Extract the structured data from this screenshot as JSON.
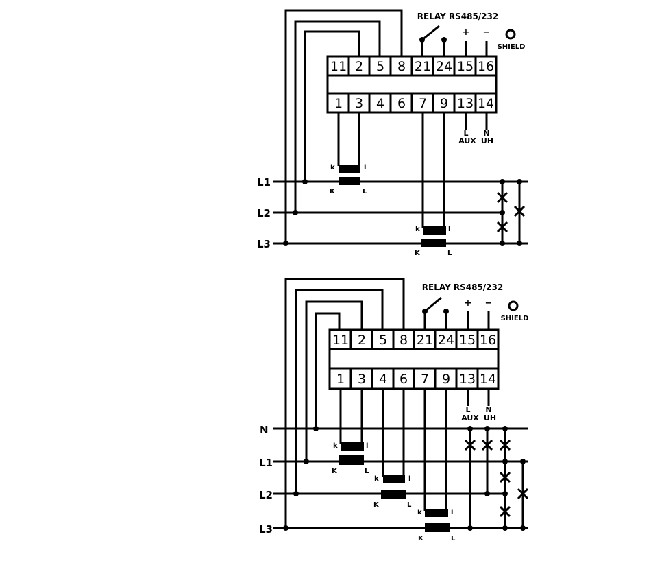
{
  "diagram_top": {
    "relay_label": "RELAY RS485/232",
    "plus": "+",
    "minus": "−",
    "shield": "SHIELD",
    "top_terminals": [
      "11",
      "2",
      "5",
      "8",
      "21",
      "24",
      "15",
      "16"
    ],
    "bottom_terminals": [
      "1",
      "3",
      "4",
      "6",
      "7",
      "9",
      "13",
      "14"
    ],
    "aux_l": "L",
    "aux": "AUX",
    "uh_n": "N",
    "uh": "UH",
    "lines": [
      "L1",
      "L2",
      "L3"
    ],
    "ct_k": "k",
    "ct_l": "l",
    "ct_K": "K",
    "ct_L": "L"
  },
  "diagram_bottom": {
    "relay_label": "RELAY RS485/232",
    "plus": "+",
    "minus": "−",
    "shield": "SHIELD",
    "top_terminals": [
      "11",
      "2",
      "5",
      "8",
      "21",
      "24",
      "15",
      "16"
    ],
    "bottom_terminals": [
      "1",
      "3",
      "4",
      "6",
      "7",
      "9",
      "13",
      "14"
    ],
    "aux_l": "L",
    "aux": "AUX",
    "uh_n": "N",
    "uh": "UH",
    "lines": [
      "N",
      "L1",
      "L2",
      "L3"
    ],
    "ct_k": "k",
    "ct_l": "l",
    "ct_K": "K",
    "ct_L": "L"
  }
}
